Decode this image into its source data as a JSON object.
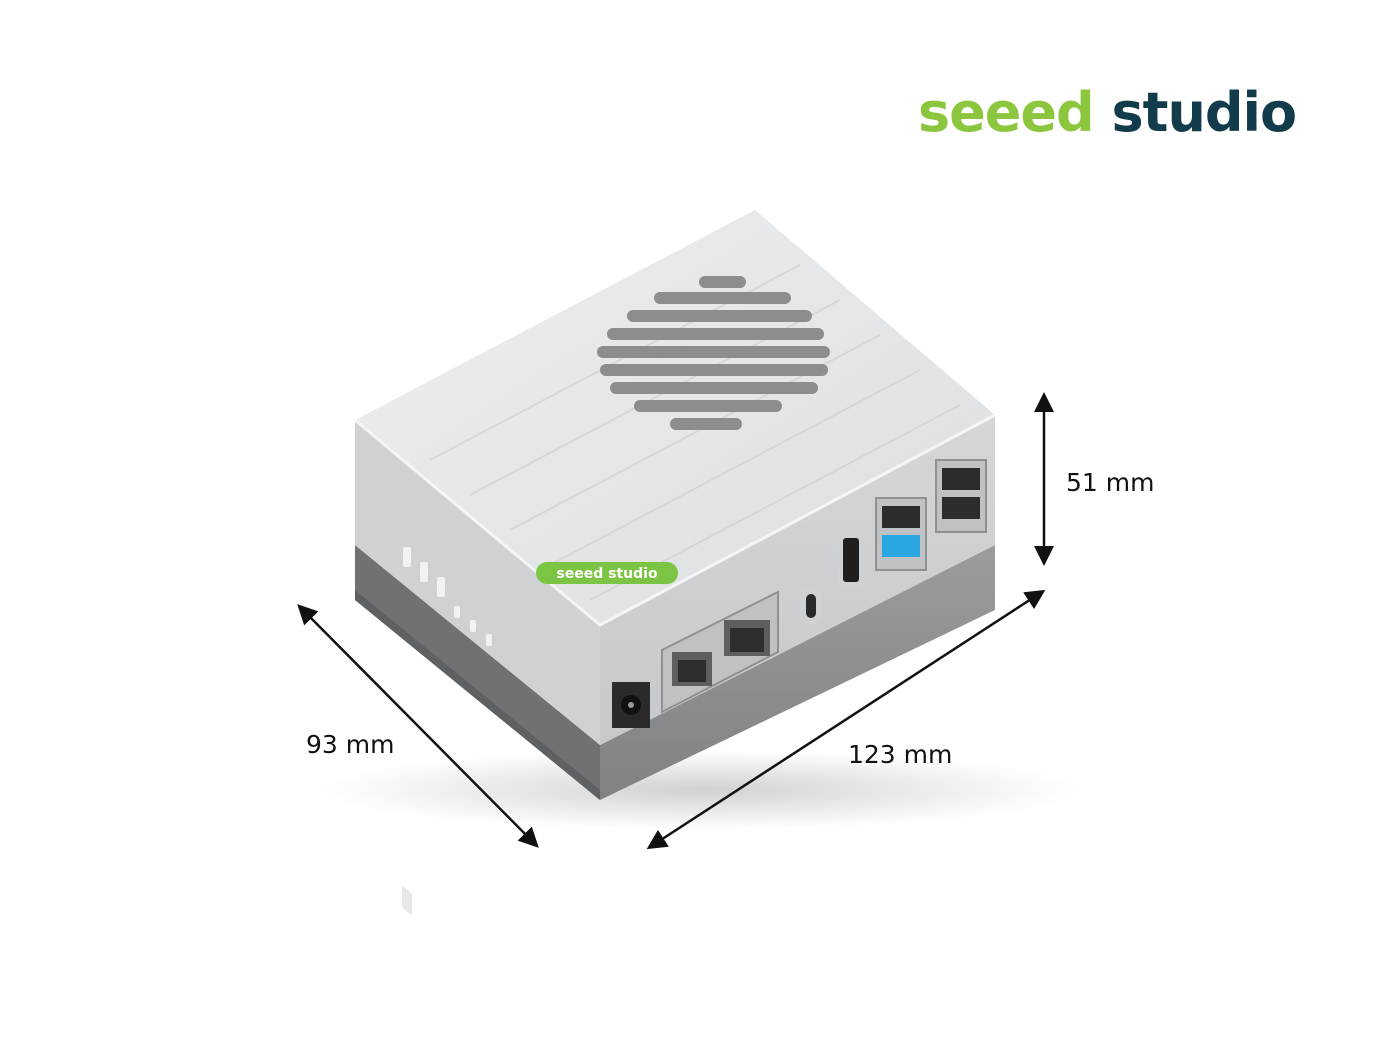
{
  "brand": {
    "word1": "seeed",
    "word2": "studio",
    "word1_color": "#8cc63f",
    "word2_color": "#123b4b"
  },
  "case_badge": "seeed studio",
  "dimensions": {
    "height": "51 mm",
    "depth": "93 mm",
    "width": "123 mm"
  },
  "colors": {
    "case_top": "#e2e4e6",
    "case_base": "#8e9193",
    "usb3_accent": "#2aa6e0",
    "badge_green": "#7cc443"
  }
}
